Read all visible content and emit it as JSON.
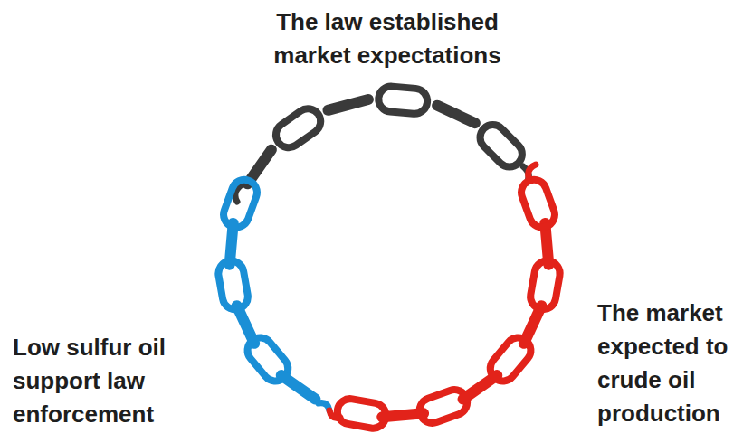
{
  "diagram": {
    "labels": [
      "The law established market expectations",
      "Low sulfur oil support law enforcement",
      "The market expected to crude oil production"
    ]
  }
}
